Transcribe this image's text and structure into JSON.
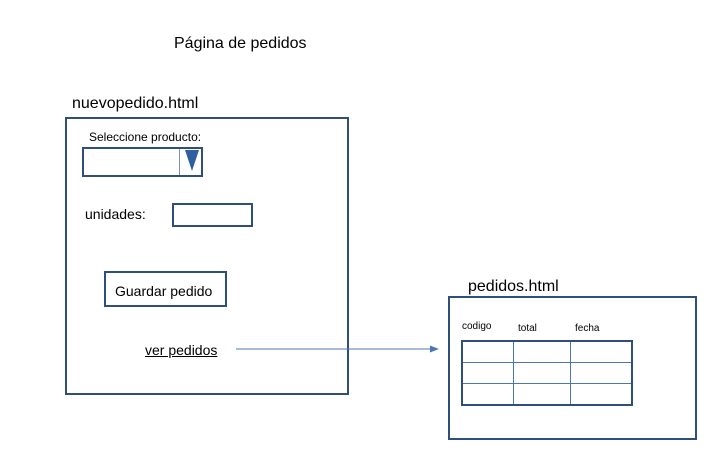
{
  "page": {
    "title": "Página de pedidos"
  },
  "nuevopedido": {
    "filename": "nuevopedido.html",
    "select_label": "Seleccione producto:",
    "select_value": "",
    "units_label": "unidades:",
    "units_value": "",
    "save_button": "Guardar pedido",
    "view_link": "ver pedidos"
  },
  "pedidos": {
    "filename": "pedidos.html",
    "columns": [
      "codigo",
      "total",
      "fecha"
    ],
    "rows": [
      [
        "",
        "",
        ""
      ],
      [
        "",
        "",
        ""
      ],
      [
        "",
        "",
        ""
      ]
    ]
  },
  "colors": {
    "frame_border": "#2f4e7a",
    "table_border": "#4a77b4",
    "arrow": "#4a77b4",
    "dropdown_arrow": "#2f5fa0"
  },
  "icons": {
    "dropdown": "chevron-down-icon",
    "connector": "arrow-right-icon"
  }
}
